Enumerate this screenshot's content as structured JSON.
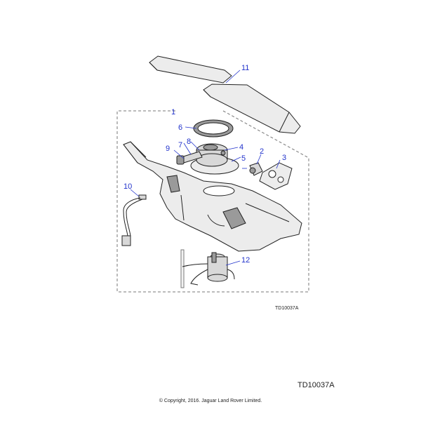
{
  "callouts": {
    "c1": "1",
    "c2": "2",
    "c3": "3",
    "c4": "4",
    "c5": "5",
    "c6": "6",
    "c7": "7",
    "c8": "8",
    "c9": "9",
    "c10": "10",
    "c11": "11",
    "c12": "12"
  },
  "drawing_ref_small": "TD10037A",
  "drawing_ref_large": "TD10037A",
  "copyright": "© Copyright, 2016. Jaguar Land Rover Limited.",
  "colors": {
    "callout": "#2233cc",
    "line": "#222222"
  }
}
